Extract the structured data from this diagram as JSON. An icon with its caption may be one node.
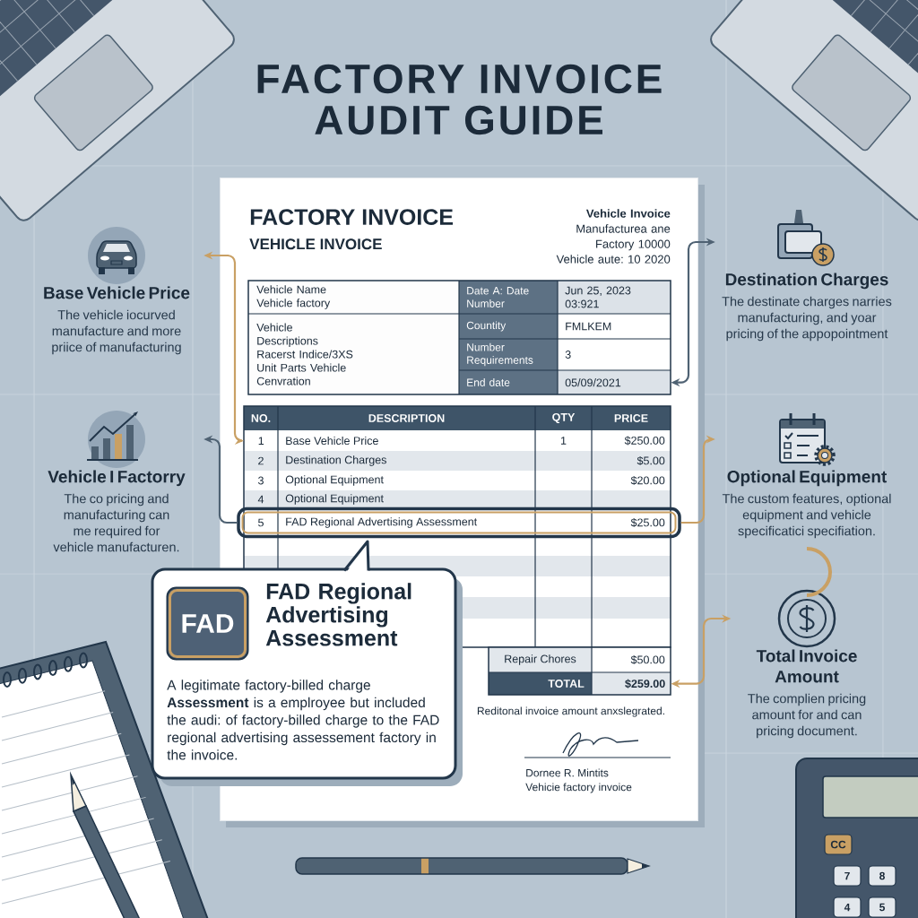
{
  "diagram": {
    "title": "FACTORY INVOICE AUDIT GUIDE",
    "nodes": [
      {
        "text": [
          "FACTORY INVOICE",
          "VEHICLE INVOICE",
          "Vehicle Invoice",
          "Manufacturea ane Factory 10000 Vehicle aute: 10 2020"
        ]
      },
      {
        "text": [
          "05/09/2021"
        ],
        "in": 0
      },
      {
        "text": [
          "1"
        ],
        "in": 0
      },
      {
        "text": [
          "5",
          "FAD Regional Advertising Assessment",
          "$25.00"
        ],
        "in": 0
      },
      {
        "text": [
          "$259.00"
        ],
        "in": 0
      },
      {
        "text": [
          "FAD Regional Advertising Assessment",
          "A legitimate factory-billed charge **Assessment** is a emplroyee but included the audi: of factory-billed charge to the FAD regional advertising assessement factory in the invoice."
        ]
      },
      {
        "text": [
          "FAD"
        ],
        "in": 5
      },
      {
        "text": [
          "Base Vehicle Price",
          "The vehicle iocurved manufacture and more priice of manufacturing"
        ]
      },
      {
        "text": [
          "Vehicle I Factorry",
          "The co pricing and manufacturing can me required for vehicle manufacturen."
        ]
      },
      {
        "text": [
          "Destination Charges",
          "The destinate charges narries manufacturing, and yoar pricing of the appopointment"
        ]
      },
      {
        "text": [
          "Optional Equipment",
          "The custom features, optional equipment and vehicle specificatici specifiation."
        ]
      },
      {
        "text": [
          "Total Invoice Amount",
          "The complien pricing amount for and can pricing document."
        ]
      }
    ],
    "edges": [
      {
        "from": 7,
        "to": 2,
        "arrow": "both"
      },
      {
        "from": 3,
        "to": 8,
        "arrow": "to",
        "color": "#4f6273"
      },
      {
        "from": 1,
        "to": 9,
        "arrow": "both",
        "color": "#4f6273"
      },
      {
        "from": 3,
        "to": 10,
        "arrow": "to"
      },
      {
        "from": 4,
        "to": 11,
        "arrow": "both"
      }
    ],
    "labels": [
      "Vehicle Name Vehicle factory",
      "Date A: Date Number",
      "Jun 25, 2023 03:921",
      "Vehicle Descriptions Racerst Indice/3XS Unit Parts Vehicle Cenvration",
      "Countity",
      "FMLKEM",
      "Number Requirements",
      "3",
      "End date",
      "NO.",
      "DESCRIPTION",
      "QTY",
      "PRICE",
      "Base Vehicle Price",
      "1",
      "$250.00",
      "2",
      "Destination Charges",
      "$5.00",
      "3",
      "Optional Equipment",
      "$20.00",
      "4",
      "Optional Equipment",
      "Repair Chores",
      "$50.00",
      "TOTAL",
      "Reditonal invoice amount anxslegrated.",
      "Dornee R. Mintits",
      "Vehicie factory invoice",
      "CC",
      "7",
      "8",
      "4",
      "5"
    ]
  }
}
